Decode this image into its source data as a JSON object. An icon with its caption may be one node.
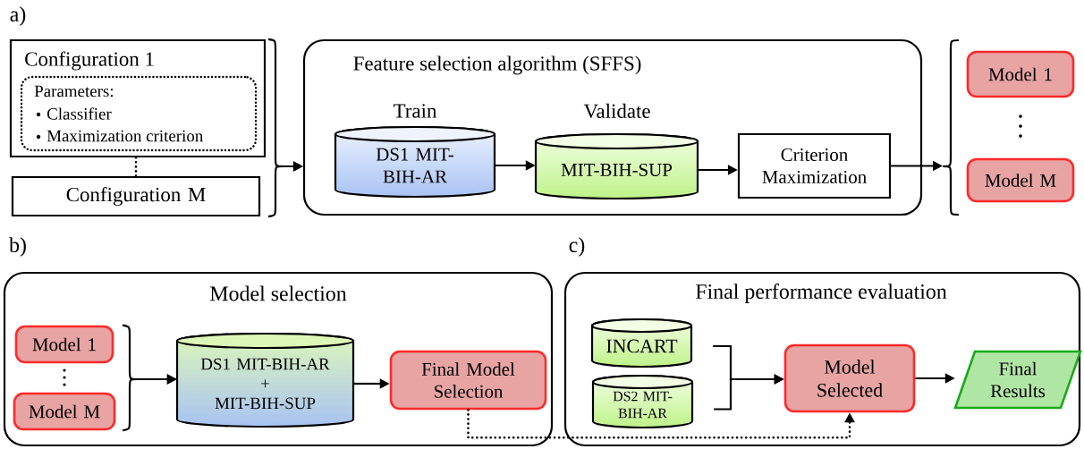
{
  "diagram": {
    "nodes": [
      {
        "text": [
          "Configuration 1"
        ]
      },
      {
        "text": [
          "Parameters:",
          "Classifier",
          "Maximization criterion"
        ],
        "in": 0
      },
      {
        "text": [
          "Configuration M"
        ]
      },
      {
        "text": [
          "Feature selection algorithm (SFFS)"
        ]
      },
      {
        "text": [
          "DS1 MIT-BIH-AR"
        ],
        "beside": [
          "Train"
        ],
        "in": 3
      },
      {
        "text": [
          "MIT-BIH-SUP"
        ],
        "beside": [
          "Validate"
        ],
        "in": 3
      },
      {
        "text": [
          "Criterion Maximization"
        ],
        "in": 3
      },
      {
        "text": [
          "Model 1"
        ]
      },
      {
        "text": [
          "Model M"
        ]
      },
      {
        "text": [
          "Model selection"
        ]
      },
      {
        "text": [
          "Model 1"
        ],
        "in": 9
      },
      {
        "text": [
          "Model M"
        ],
        "in": 9
      },
      {
        "text": [
          "DS1 MIT-BIH-AR",
          "+",
          "MIT-BIH-SUP"
        ],
        "in": 9
      },
      {
        "text": [
          "Final Model Selection"
        ],
        "in": 9
      },
      {
        "text": [
          "Final performance evaluation"
        ]
      },
      {
        "text": [
          "INCART"
        ],
        "in": 14
      },
      {
        "text": [
          "DS2 MIT-BIH-AR"
        ],
        "in": 14
      },
      {
        "text": [
          "Model Selected"
        ],
        "in": 14
      },
      {
        "text": [
          "Final Results"
        ],
        "in": 14
      },
      {
        "text": [],
        "shape": "brace"
      }
    ],
    "edges": [
      {
        "from": 0,
        "to": 2,
        "arrow": "none",
        "style": "dashed"
      },
      {
        "from": 0,
        "to": 3,
        "arrow": "to"
      },
      {
        "from": 2,
        "to": 3,
        "arrow": "to"
      },
      {
        "from": 4,
        "to": 5,
        "arrow": "to"
      },
      {
        "from": 5,
        "to": 6,
        "arrow": "to"
      },
      {
        "from": 6,
        "to": 19,
        "arrow": "to"
      },
      {
        "from": 10,
        "to": 12,
        "arrow": "to"
      },
      {
        "from": 11,
        "to": 12,
        "arrow": "to"
      },
      {
        "from": 12,
        "to": 13,
        "arrow": "to"
      },
      {
        "from": 13,
        "to": 17,
        "arrow": "to",
        "style": "dashed"
      },
      {
        "from": 15,
        "to": 17,
        "arrow": "to"
      },
      {
        "from": 16,
        "to": 17,
        "arrow": "to"
      },
      {
        "from": 17,
        "to": 18,
        "arrow": "to"
      }
    ],
    "labels": [
      "a)",
      "b)",
      "c)"
    ]
  }
}
